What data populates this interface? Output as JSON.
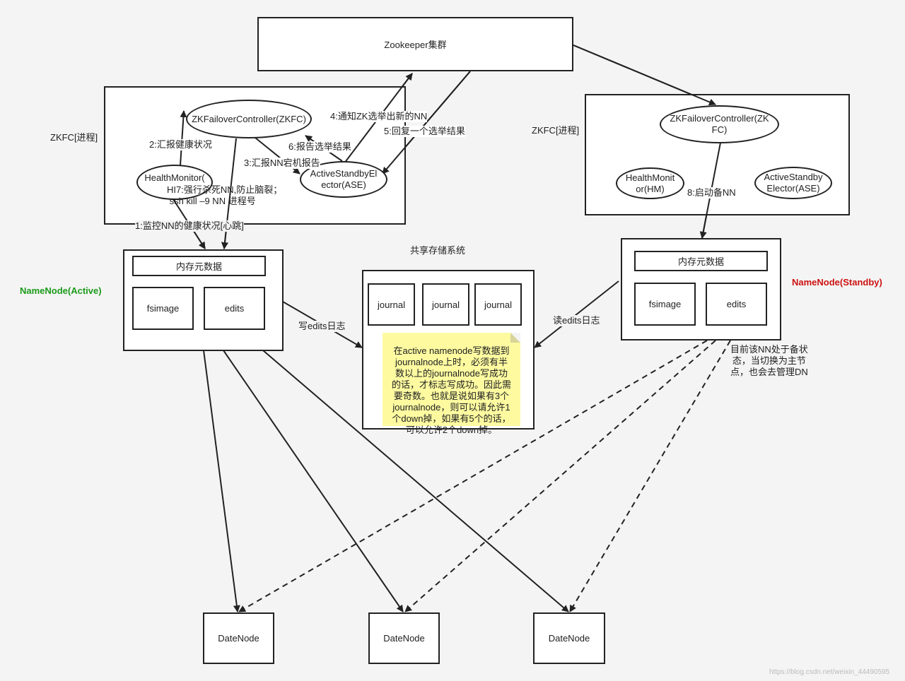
{
  "zookeeper": {
    "label": "Zookeeper集群"
  },
  "zkfc_left": {
    "label": "ZKFC[进程]",
    "controller": "ZKFailoverController(ZKFC)",
    "health_monitor": "HealthMonitor(",
    "elector": "ActiveStandbyEl\nector(ASE)"
  },
  "zkfc_right": {
    "label": "ZKFC[进程]",
    "controller": "ZKFailoverController(ZK\nFC)",
    "health_monitor": "HealthMonit\nor(HM)",
    "elector": "ActiveStandby\nElector(ASE)"
  },
  "edges_text": {
    "e1": "1:监控NN的健康状况[心跳]",
    "e2": "2:汇报健康状况",
    "e3": "3:汇报NN宕机报告",
    "e4": "4:通知ZK选举出新的NN",
    "e5": "5:回复一个选举结果",
    "e6": "6:报告选举结果",
    "e7": "HI7:强行杀死NN,防止脑裂；\n ssh kill –9 NN 进程号",
    "e8": "8:启动备NN",
    "write_edits": "写edits日志",
    "read_edits": "读edits日志"
  },
  "nn_active": {
    "title": "NameNode(Active)",
    "title_color": "#1a9a1a",
    "meta": "内存元数据",
    "fsimage": "fsimage",
    "edits": "edits"
  },
  "nn_standby": {
    "title": "NameNode(Standby)",
    "title_color": "#cc1111",
    "meta": "内存元数据",
    "fsimage": "fsimage",
    "edits": "edits",
    "note": "目前该NN处于备状\n态，当切换为主节\n点，也会去管理DN"
  },
  "shared_storage": {
    "title": "共享存储系统",
    "journals": [
      "journal",
      "journal",
      "journal"
    ],
    "note": "在active namenode写数据到\njournalnode上时，必须有半\n数以上的journalnode写成功\n的话，才标志写成功。因此需\n要奇数。也就是说如果有3个\njournalnode，则可以请允许1\n个down掉，如果有5个的话，\n可以允许2个down掉。"
  },
  "datanodes": [
    "DateNode",
    "DateNode",
    "DateNode"
  ],
  "watermark": "https://blog.csdn.net/weixin_44490595"
}
